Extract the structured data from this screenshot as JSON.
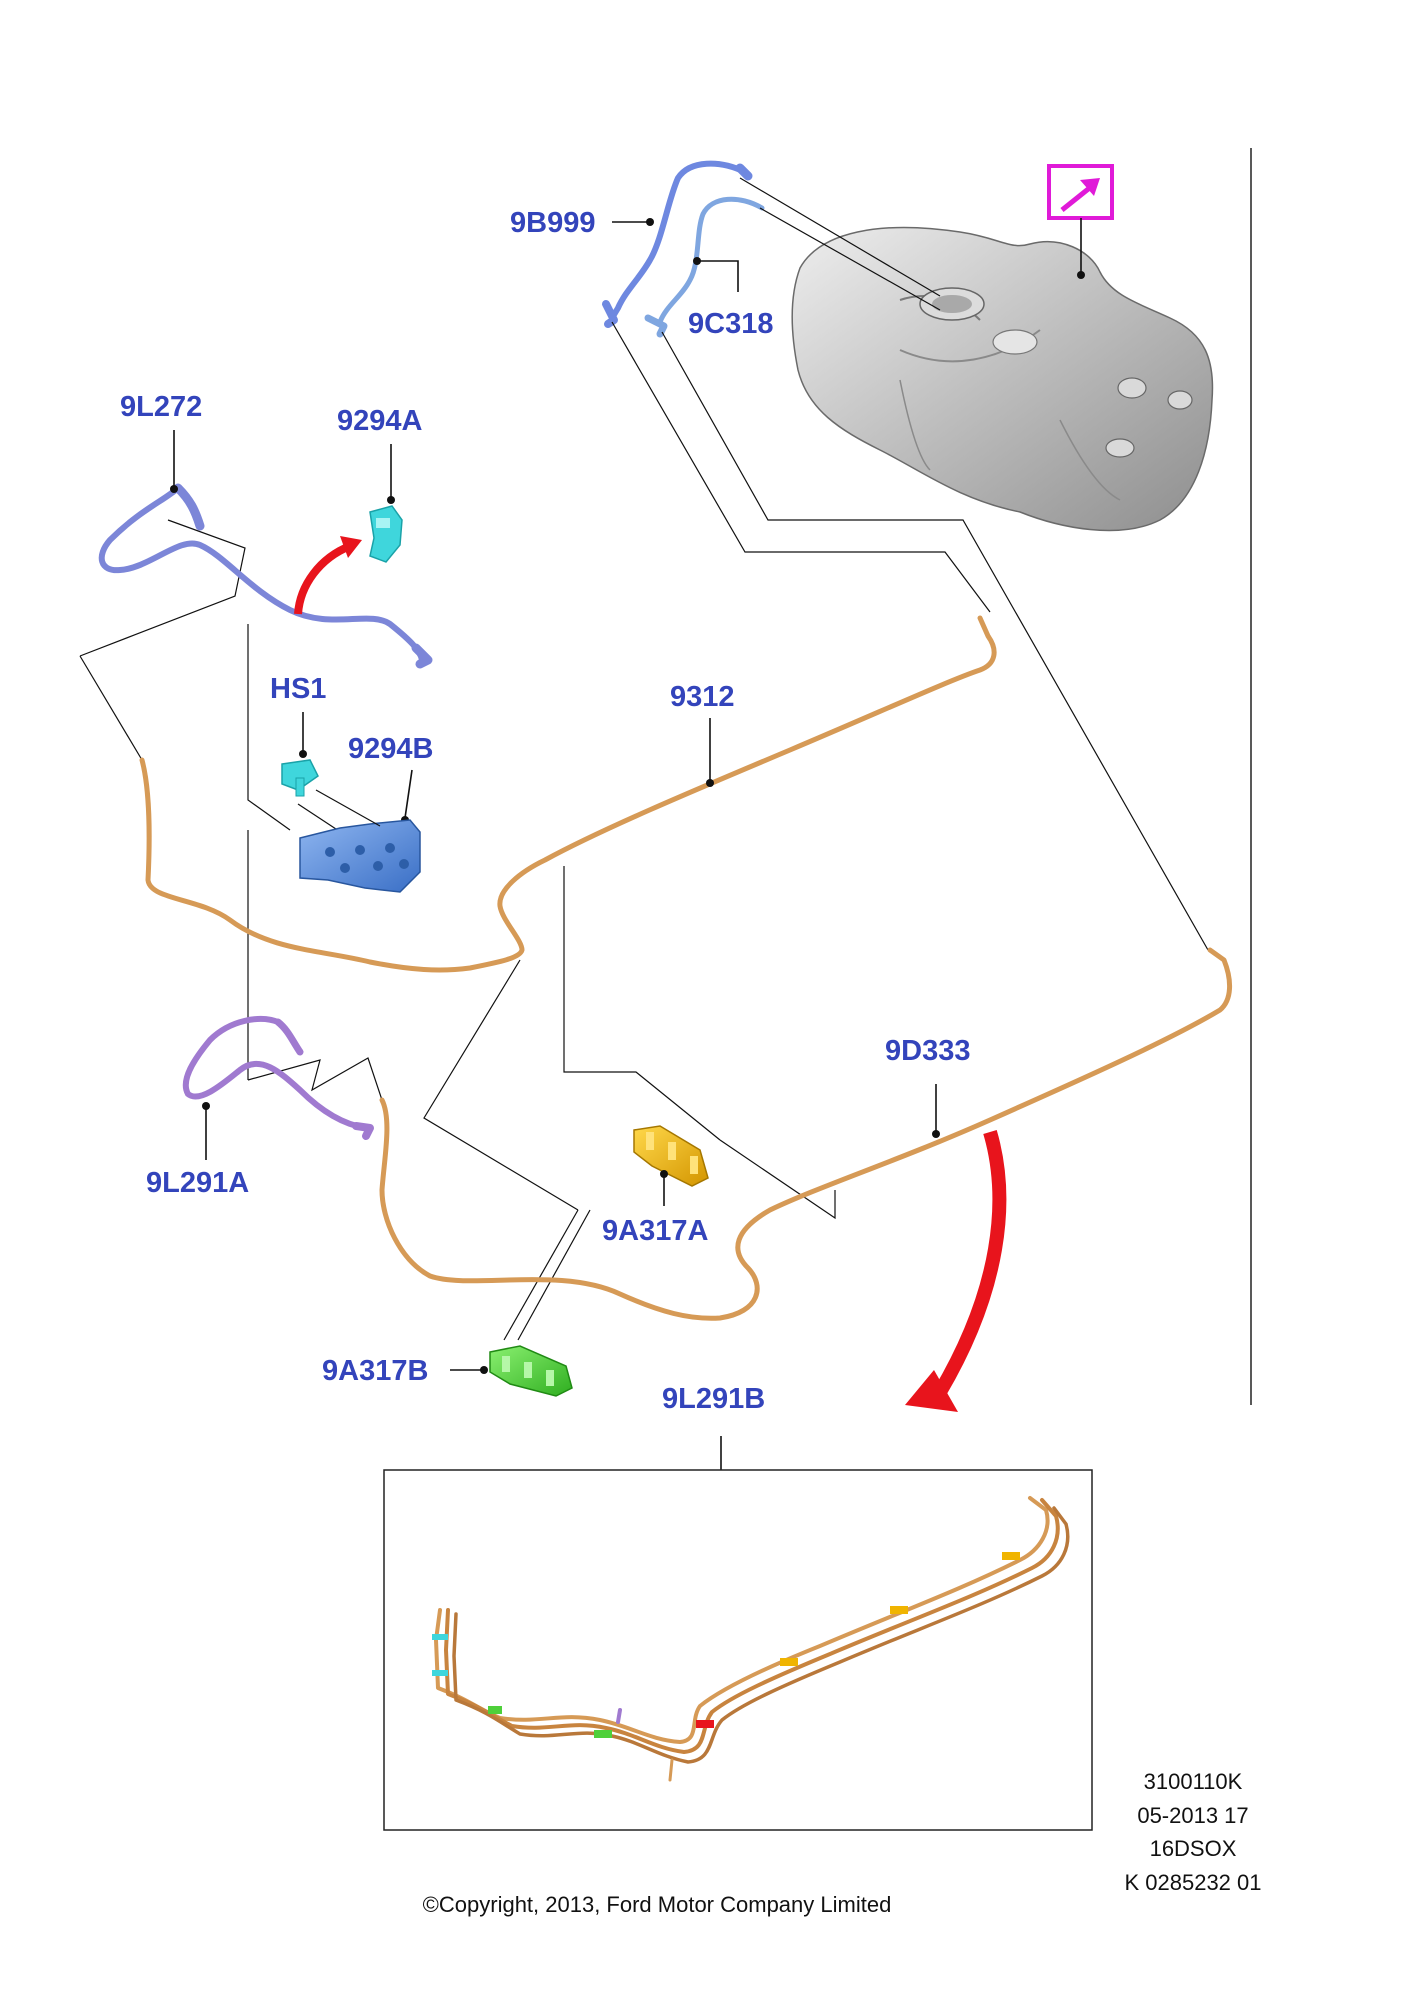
{
  "colors": {
    "label": "#3344bb",
    "fuel_line": "#d69a56",
    "fuel_line_dark": "#b9783a",
    "vapour_hose_blue": "#6e7fd6",
    "vapour_hose_purple": "#a07ad0",
    "filler_pipe_blue": "#7fa6e0",
    "clip_cyan": "#3fd6dc",
    "bracket_blue": "#4a8ad6",
    "clip_yellow": "#f0b400",
    "clip_green": "#4ed03a",
    "arrow_red": "#e8141c",
    "magenta_box": "#e01ad8",
    "tank_grey": "#c9c9c9"
  },
  "parts": {
    "p_9B999": "9B999",
    "p_9C318": "9C318",
    "p_9L272": "9L272",
    "p_9294A": "9294A",
    "p_HS1": "HS1",
    "p_9294B": "9294B",
    "p_9312": "9312",
    "p_9D333": "9D333",
    "p_9L291A": "9L291A",
    "p_9A317A": "9A317A",
    "p_9A317B": "9A317B",
    "p_9L291B": "9L291B"
  },
  "icons": {
    "tank": "fuel-tank-icon",
    "magenta": "external-link-arrow-icon"
  },
  "meta": {
    "line1": "3100110K",
    "line2": "05-2013 17",
    "line3": "16DSOX",
    "line4": "K 0285232 01"
  },
  "copyright": "©Copyright, 2013, Ford Motor Company Limited"
}
